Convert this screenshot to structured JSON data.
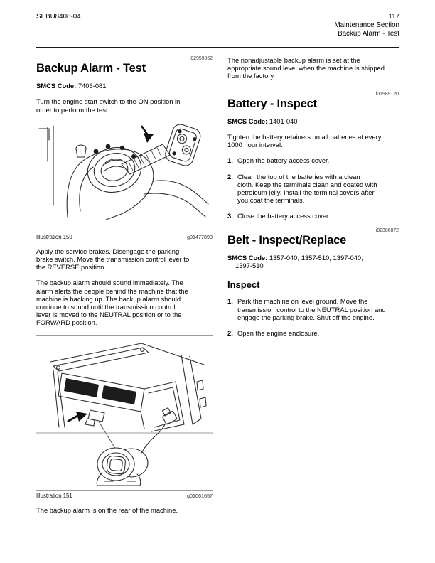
{
  "header": {
    "doc_code": "SEBU8408-04",
    "page_number": "117",
    "section": "Maintenance Section",
    "subsection": "Backup Alarm - Test"
  },
  "left": {
    "alarm": {
      "id_code": "i02959862",
      "title": "Backup Alarm - Test",
      "smcs_label": "SMCS Code:",
      "smcs_value": "7406-081",
      "intro": "Turn the engine start switch to the ON position in\norder to perform the test.",
      "illus150": {
        "label": "Illustration 150",
        "code": "g01477893"
      },
      "para_brakes": "Apply the service brakes. Disengage the parking\nbrake switch. Move the transmission control lever to\nthe REVERSE position.",
      "para_alarm": "The backup alarm should sound immediately. The\nalarm alerts the people behind the machine that the\nmachine is backing up. The backup alarm should\ncontinue to sound until the transmission control\nlever is moved to the NEUTRAL position or to the\nFORWARD position.",
      "illus151": {
        "label": "Illustration 151",
        "code": "g01061657"
      },
      "para_location": "The backup alarm is on the rear of the machine."
    }
  },
  "right": {
    "alarm_note": "The nonadjustable backup alarm is set at the\nappropriate sound level when the machine is shipped\nfrom the factory.",
    "battery": {
      "id_code": "i01989120",
      "title": "Battery - Inspect",
      "smcs_label": "SMCS Code:",
      "smcs_value": "1401-040",
      "para": "Tighten the battery retainers on all batteries at every\n1000 hour interval.",
      "steps": [
        {
          "num": "1.",
          "text": "Open the battery access cover."
        },
        {
          "num": "2.",
          "text": "Clean the top of the batteries with a clean\ncloth. Keep the terminals clean and coated with\npetroleum jelly. Install the terminal covers after\nyou coat the terminals."
        },
        {
          "num": "3.",
          "text": "Close the battery access cover."
        }
      ]
    },
    "belt": {
      "id_code": "i02386872",
      "title": "Belt - Inspect/Replace",
      "smcs_label": "SMCS Code:",
      "smcs_value": "1357-040; 1357-510; 1397-040;\n1397-510",
      "subheading": "Inspect",
      "steps": [
        {
          "num": "1.",
          "text": "Park the machine on level ground. Move the\ntransmission control to the NEUTRAL position and\nengage the parking brake. Shut off the engine."
        },
        {
          "num": "2.",
          "text": "Open the engine enclosure."
        }
      ]
    }
  }
}
